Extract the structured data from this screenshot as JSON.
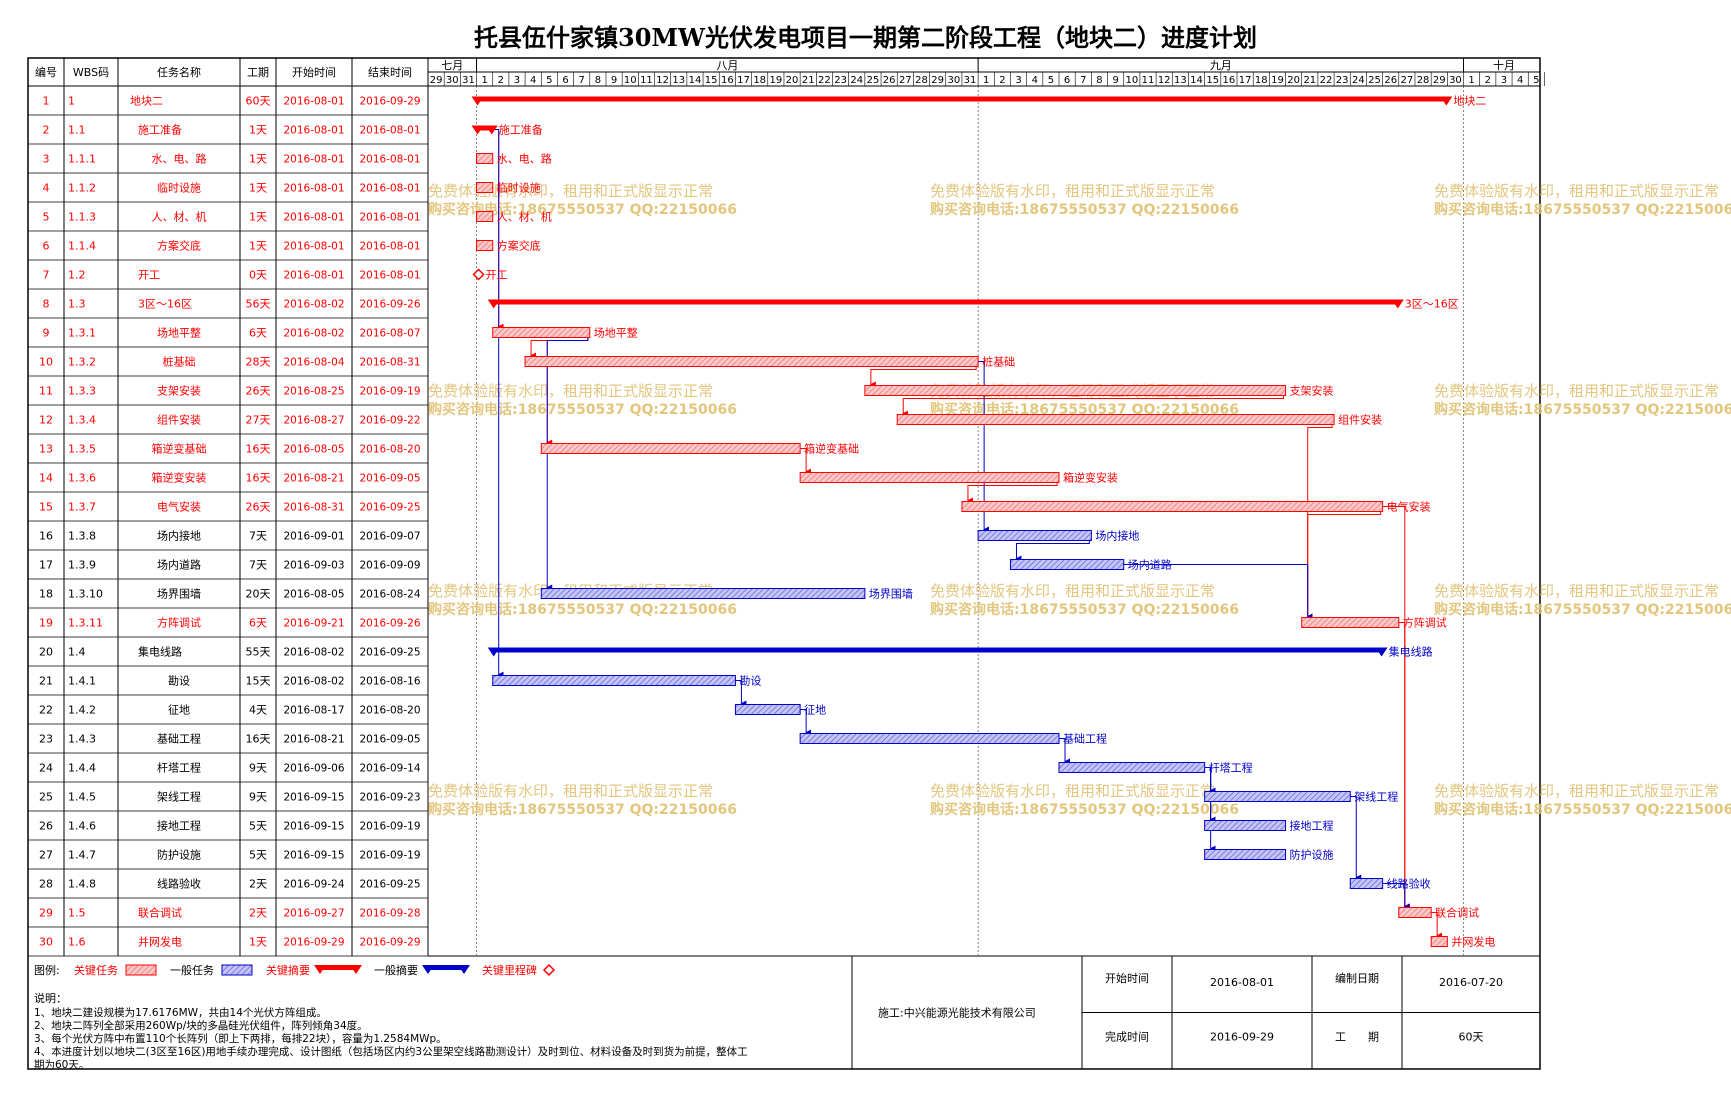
{
  "title": "托县伍什家镇30MW光伏发电项目一期第二阶段工程（地块二）进度计划",
  "columns": [
    "编号",
    "WBS码",
    "任务名称",
    "工期",
    "开始时间",
    "结束时间"
  ],
  "months": [
    {
      "label": "七月",
      "start": "2016-07-29",
      "end": "2016-07-31"
    },
    {
      "label": "八月",
      "start": "2016-08-01",
      "end": "2016-08-31"
    },
    {
      "label": "九月",
      "start": "2016-09-01",
      "end": "2016-09-30"
    },
    {
      "label": "十月",
      "start": "2016-10-01",
      "end": "2016-10-05"
    }
  ],
  "chart_data": {
    "type": "gantt",
    "x_range": [
      "2016-07-29",
      "2016-10-05"
    ],
    "tasks": [
      {
        "id": "1",
        "wbs": "1",
        "name": "地块二",
        "duration": "60天",
        "start": "2016-08-01",
        "end": "2016-09-29",
        "kind": "critical-summary",
        "critical": true,
        "indent": 0
      },
      {
        "id": "2",
        "wbs": "1.1",
        "name": "施工准备",
        "duration": "1天",
        "start": "2016-08-01",
        "end": "2016-08-01",
        "kind": "critical-summary",
        "critical": true,
        "indent": 1
      },
      {
        "id": "3",
        "wbs": "1.1.1",
        "name": "水、电、路",
        "duration": "1天",
        "start": "2016-08-01",
        "end": "2016-08-01",
        "kind": "critical",
        "critical": true,
        "indent": 2
      },
      {
        "id": "4",
        "wbs": "1.1.2",
        "name": "临时设施",
        "duration": "1天",
        "start": "2016-08-01",
        "end": "2016-08-01",
        "kind": "critical",
        "critical": true,
        "indent": 2
      },
      {
        "id": "5",
        "wbs": "1.1.3",
        "name": "人、材、机",
        "duration": "1天",
        "start": "2016-08-01",
        "end": "2016-08-01",
        "kind": "critical",
        "critical": true,
        "indent": 2
      },
      {
        "id": "6",
        "wbs": "1.1.4",
        "name": "方案交底",
        "duration": "1天",
        "start": "2016-08-01",
        "end": "2016-08-01",
        "kind": "critical",
        "critical": true,
        "indent": 2
      },
      {
        "id": "7",
        "wbs": "1.2",
        "name": "开工",
        "duration": "0天",
        "start": "2016-08-01",
        "end": "2016-08-01",
        "kind": "milestone",
        "critical": true,
        "indent": 1
      },
      {
        "id": "8",
        "wbs": "1.3",
        "name": "3区～16区",
        "duration": "56天",
        "start": "2016-08-02",
        "end": "2016-09-26",
        "kind": "critical-summary",
        "critical": true,
        "indent": 1
      },
      {
        "id": "9",
        "wbs": "1.3.1",
        "name": "场地平整",
        "duration": "6天",
        "start": "2016-08-02",
        "end": "2016-08-07",
        "kind": "critical",
        "critical": true,
        "indent": 2
      },
      {
        "id": "10",
        "wbs": "1.3.2",
        "name": "桩基础",
        "duration": "28天",
        "start": "2016-08-04",
        "end": "2016-08-31",
        "kind": "critical",
        "critical": true,
        "indent": 2
      },
      {
        "id": "11",
        "wbs": "1.3.3",
        "name": "支架安装",
        "duration": "26天",
        "start": "2016-08-25",
        "end": "2016-09-19",
        "kind": "critical",
        "critical": true,
        "indent": 2
      },
      {
        "id": "12",
        "wbs": "1.3.4",
        "name": "组件安装",
        "duration": "27天",
        "start": "2016-08-27",
        "end": "2016-09-22",
        "kind": "critical",
        "critical": true,
        "indent": 2
      },
      {
        "id": "13",
        "wbs": "1.3.5",
        "name": "箱逆变基础",
        "duration": "16天",
        "start": "2016-08-05",
        "end": "2016-08-20",
        "kind": "critical",
        "critical": true,
        "indent": 2
      },
      {
        "id": "14",
        "wbs": "1.3.6",
        "name": "箱逆变安装",
        "duration": "16天",
        "start": "2016-08-21",
        "end": "2016-09-05",
        "kind": "critical",
        "critical": true,
        "indent": 2
      },
      {
        "id": "15",
        "wbs": "1.3.7",
        "name": "电气安装",
        "duration": "26天",
        "start": "2016-08-31",
        "end": "2016-09-25",
        "kind": "critical",
        "critical": true,
        "indent": 2
      },
      {
        "id": "16",
        "wbs": "1.3.8",
        "name": "场内接地",
        "duration": "7天",
        "start": "2016-09-01",
        "end": "2016-09-07",
        "kind": "normal",
        "critical": false,
        "indent": 2
      },
      {
        "id": "17",
        "wbs": "1.3.9",
        "name": "场内道路",
        "duration": "7天",
        "start": "2016-09-03",
        "end": "2016-09-09",
        "kind": "normal",
        "critical": false,
        "indent": 2
      },
      {
        "id": "18",
        "wbs": "1.3.10",
        "name": "场界围墙",
        "duration": "20天",
        "start": "2016-08-05",
        "end": "2016-08-24",
        "kind": "normal",
        "critical": false,
        "indent": 2
      },
      {
        "id": "19",
        "wbs": "1.3.11",
        "name": "方阵调试",
        "duration": "6天",
        "start": "2016-09-21",
        "end": "2016-09-26",
        "kind": "critical",
        "critical": true,
        "indent": 2
      },
      {
        "id": "20",
        "wbs": "1.4",
        "name": "集电线路",
        "duration": "55天",
        "start": "2016-08-02",
        "end": "2016-09-25",
        "kind": "summary",
        "critical": false,
        "indent": 1
      },
      {
        "id": "21",
        "wbs": "1.4.1",
        "name": "勘设",
        "duration": "15天",
        "start": "2016-08-02",
        "end": "2016-08-16",
        "kind": "normal",
        "critical": false,
        "indent": 2
      },
      {
        "id": "22",
        "wbs": "1.4.2",
        "name": "征地",
        "duration": "4天",
        "start": "2016-08-17",
        "end": "2016-08-20",
        "kind": "normal",
        "critical": false,
        "indent": 2
      },
      {
        "id": "23",
        "wbs": "1.4.3",
        "name": "基础工程",
        "duration": "16天",
        "start": "2016-08-21",
        "end": "2016-09-05",
        "kind": "normal",
        "critical": false,
        "indent": 2
      },
      {
        "id": "24",
        "wbs": "1.4.4",
        "name": "杆塔工程",
        "duration": "9天",
        "start": "2016-09-06",
        "end": "2016-09-14",
        "kind": "normal",
        "critical": false,
        "indent": 2
      },
      {
        "id": "25",
        "wbs": "1.4.5",
        "name": "架线工程",
        "duration": "9天",
        "start": "2016-09-15",
        "end": "2016-09-23",
        "kind": "normal",
        "critical": false,
        "indent": 2
      },
      {
        "id": "26",
        "wbs": "1.4.6",
        "name": "接地工程",
        "duration": "5天",
        "start": "2016-09-15",
        "end": "2016-09-19",
        "kind": "normal",
        "critical": false,
        "indent": 2
      },
      {
        "id": "27",
        "wbs": "1.4.7",
        "name": "防护设施",
        "duration": "5天",
        "start": "2016-09-15",
        "end": "2016-09-19",
        "kind": "normal",
        "critical": false,
        "indent": 2
      },
      {
        "id": "28",
        "wbs": "1.4.8",
        "name": "线路验收",
        "duration": "2天",
        "start": "2016-09-24",
        "end": "2016-09-25",
        "kind": "normal",
        "critical": false,
        "indent": 2
      },
      {
        "id": "29",
        "wbs": "1.5",
        "name": "联合调试",
        "duration": "2天",
        "start": "2016-09-27",
        "end": "2016-09-28",
        "kind": "critical",
        "critical": true,
        "indent": 1
      },
      {
        "id": "30",
        "wbs": "1.6",
        "name": "并网发电",
        "duration": "1天",
        "start": "2016-09-29",
        "end": "2016-09-29",
        "kind": "critical",
        "critical": true,
        "indent": 1
      }
    ],
    "links": [
      [
        "2",
        "9"
      ],
      [
        "9",
        "10"
      ],
      [
        "10",
        "11"
      ],
      [
        "11",
        "12"
      ],
      [
        "9",
        "13"
      ],
      [
        "13",
        "14"
      ],
      [
        "14",
        "15"
      ],
      [
        "10",
        "16"
      ],
      [
        "16",
        "17"
      ],
      [
        "9",
        "18"
      ],
      [
        "12",
        "19"
      ],
      [
        "15",
        "19"
      ],
      [
        "17",
        "19"
      ],
      [
        "2",
        "21"
      ],
      [
        "21",
        "22"
      ],
      [
        "22",
        "23"
      ],
      [
        "23",
        "24"
      ],
      [
        "24",
        "25"
      ],
      [
        "24",
        "26"
      ],
      [
        "24",
        "27"
      ],
      [
        "25",
        "28"
      ],
      [
        "15",
        "29"
      ],
      [
        "19",
        "29"
      ],
      [
        "28",
        "29"
      ],
      [
        "29",
        "30"
      ]
    ]
  },
  "legend": {
    "label": "图例:",
    "items": [
      {
        "label": "关键任务",
        "kind": "critical"
      },
      {
        "label": "一般任务",
        "kind": "normal"
      },
      {
        "label": "关键摘要",
        "kind": "critical-summary"
      },
      {
        "label": "一般摘要",
        "kind": "summary"
      },
      {
        "label": "关键里程碑",
        "kind": "milestone"
      }
    ]
  },
  "notes": {
    "title": "说明：",
    "lines": [
      "1、地块二建设规模为17.6176MW，共由14个光伏方阵组成。",
      "2、地块二阵列全部采用260Wp/块的多晶硅光伏组件，阵列倾角34度。",
      "3、每个光伏方阵中布置110个长阵列（即上下两排，每排22块），容量为1.2584MWp。",
      "4、本进度计划以地块二(3区至16区)用地手续办理完成、设计图纸（包括场区内约3公里架空线路勘测设计）及时到位、材料设备及时到货为前提，整体工",
      "期为60天。"
    ]
  },
  "footer": {
    "contractor": "施工:中兴能源光能技术有限公司",
    "start_label": "开始时间",
    "start_value": "2016-08-01",
    "end_label": "完成时间",
    "end_value": "2016-09-29",
    "compiled_label": "编制日期",
    "compiled_value": "2016-07-20",
    "period_label": "工　　期",
    "period_value": "60天"
  },
  "watermark": {
    "line1": "免费体验版有水印，租用和正式版显示正常",
    "line2": "购买咨询电话:18675550537 QQ:22150066"
  },
  "colors": {
    "critical": "#ff0000",
    "critical_fill": "#f08080",
    "critical_hatch": "#ffc0c0",
    "normal": "#0000cc",
    "normal_fill": "#6666e0",
    "normal_hatch": "#b8b8f4",
    "grid": "#b0b0b0",
    "watermark": "#e0c070"
  }
}
